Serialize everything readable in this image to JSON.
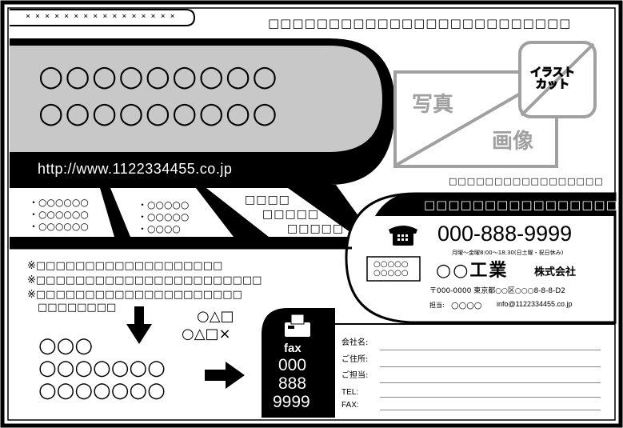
{
  "header": {
    "xmarks": "× × × × × × × × × × × × × × × ×",
    "top_squares": "□□□□□□□□□□□□□□□□□□□□□□□□□"
  },
  "headline": {
    "line1": "○○○○○○○○○",
    "line2": "○○○○○○○○○"
  },
  "url": "http://www.1122334455.co.jp",
  "photo": {
    "label1": "写真",
    "label2": "画像",
    "caption": "□□□□□□□□□□□□□□□□□",
    "illustration_label": "イラスト\nカット"
  },
  "strips": {
    "a": [
      "・○○○○○○",
      "・○○○○○○",
      "・○○○○○○"
    ],
    "b": [
      "・○○○○○",
      "・○○○○○",
      "・○○○○"
    ],
    "c": [
      "□□□□",
      "□□□□□",
      "□□□□□"
    ]
  },
  "company": {
    "header_squares": "□□□□□□□□□□□□□□□□",
    "phone_icon": "telephone-icon",
    "phone": "000-888-9999",
    "hours": "月曜～金曜8:00～18:30(日土曜・祝日休み)",
    "logo_text": "○○○○○\n○○○○○",
    "name": "○○工業",
    "suffix": "株式会社",
    "address": "〒000-0000 東京都○○区○○○8-8-8-D2",
    "contact_label": "担当:",
    "contact_name": "○○○○",
    "email": "info@1122334455.co.jp"
  },
  "notes": [
    "※□□□□□□□□□□□□□□□□□□□",
    "※□□□□□□□□□□□□□□□□□□□□□□□",
    "※□□□□□□□□□□□□□□□□□□□□□",
    "□□□□□□□□"
  ],
  "shapes": {
    "row1": "○△□",
    "row2": "○△□×"
  },
  "circles": {
    "row1": "○○○",
    "row2": "○○○○○○○",
    "row3": "○○○○○○○"
  },
  "fax": {
    "icon": "fax-machine-icon",
    "label": "fax",
    "line1": "000",
    "line2": "888",
    "line3": "9999"
  },
  "form": {
    "company": "会社名:",
    "address": "ご住所:",
    "person": "ご担当:",
    "tel": "TEL:",
    "fax": "FAX:"
  },
  "colors": {
    "ink": "#000000",
    "panel_gray": "#c8c8c8",
    "photo_gray": "#a0a0a0"
  }
}
